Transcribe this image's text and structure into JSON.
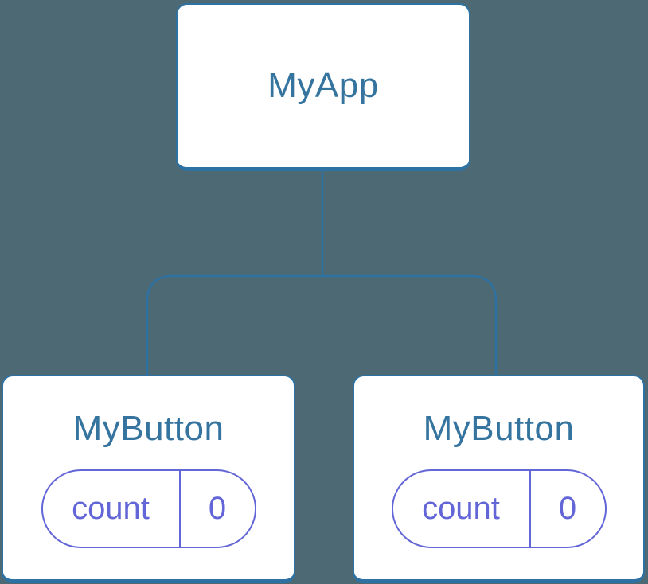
{
  "colors": {
    "background": "#4D6973",
    "connector": "#2E72A4",
    "node_border": "#2E72A4",
    "node_background": "#FFFFFF",
    "node_label": "#35749E",
    "state": "#6366D6"
  },
  "tree": {
    "root": {
      "label": "MyApp"
    },
    "children": [
      {
        "label": "MyButton",
        "state": {
          "key": "count",
          "value": "0"
        }
      },
      {
        "label": "MyButton",
        "state": {
          "key": "count",
          "value": "0"
        }
      }
    ]
  }
}
